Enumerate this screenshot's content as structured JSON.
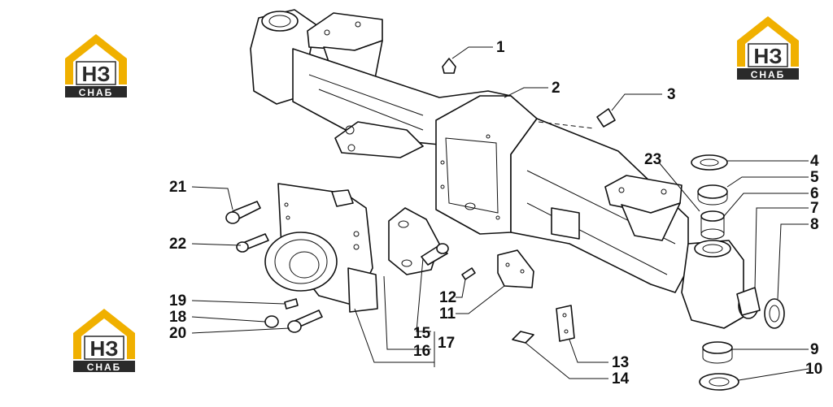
{
  "logo": {
    "letters": "НЗ",
    "caption": "СНАБ",
    "colors": {
      "accent": "#f0b000",
      "dark": "#2a2a2a",
      "light": "#ffffff"
    }
  },
  "callouts": [
    "1",
    "2",
    "3",
    "4",
    "5",
    "6",
    "7",
    "8",
    "9",
    "10",
    "11",
    "12",
    "13",
    "14",
    "15",
    "16",
    "17",
    "18",
    "19",
    "20",
    "21",
    "22",
    "23"
  ]
}
